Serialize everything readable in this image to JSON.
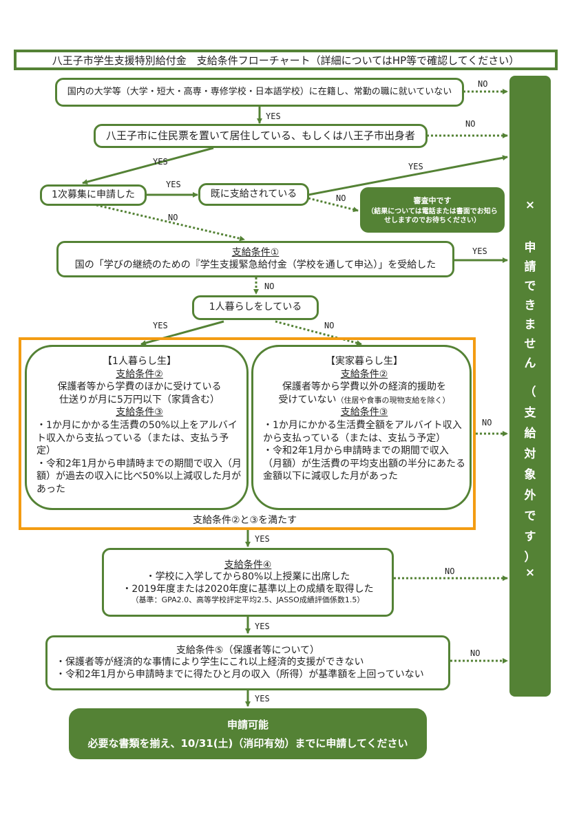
{
  "title": "八王子市学生支援特別給付金　支給条件フローチャート（詳細についてはHP等で確認してください）",
  "yes": "YES",
  "no": "NO",
  "q1": "国内の大学等（大学・短大・高専・専修学校・日本語学校）に在籍し、常勤の職に就いていない",
  "q2": "八王子市に住民票を置いて居住している、もしくは八王子市出身者",
  "q3": "1次募集に申請した",
  "q3b": "既に支給されている",
  "review": {
    "title": "審査中です",
    "note": "（結果については電話または書面でお知らせしますのでお待ちください）"
  },
  "c1": {
    "heading": "支給条件①",
    "text": "国の「学びの継続のための『学生支援緊急給付金（学校を通して申込）」を受給した"
  },
  "q4": "1人暮らしをしている",
  "alone": {
    "title": "【1人暮らし生】",
    "c2h": "支給条件②",
    "c2a": "保護者等から学費のほかに受けている",
    "c2b": "仕送りが月に5万円以下（家賃含む）",
    "c3h": "支給条件③",
    "c3a": "・1か月にかかる生活費の50%以上をアルバイト収入から支払っている（または、支払う予定）",
    "c3b": "・令和2年1月から申請時までの期間で収入（月額）が過去の収入に比べ50%以上減収した月があった"
  },
  "family": {
    "title": "【実家暮らし生】",
    "c2h": "支給条件②",
    "c2a": "保護者等から学費以外の経済的援助を",
    "c2b": "受けていない",
    "c2note": "（住居や食事の現物支給を除く）",
    "c3h": "支給条件③",
    "c3a": "・1か月にかかる生活費全額をアルバイト収入から支払っている（または、支払う予定）",
    "c3b": "・令和2年1月から申請時までの期間で収入（月額）が生活費の平均支出額の半分にあたる金額以下に減収した月があった"
  },
  "meets": "支給条件②と③を満たす",
  "c4": {
    "heading": "支給条件④",
    "a": "・学校に入学してから80%以上授業に出席した",
    "b": "・2019年度または2020年度に基準以上の成績を取得した",
    "note": "（基準：GPA2.0、高等学校評定平均2.5、JASSO成績評価係数1.5）"
  },
  "c5": {
    "heading": "支給条件⑤（保護者等について）",
    "a": "・保護者等が経済的な事情により学生にこれ以上経済的支援ができない",
    "b": "・令和2年1月から申請時までに得たひと月の収入（所得）が基準額を上回っていない"
  },
  "ok": {
    "title": "申請可能",
    "text": "必要な書類を揃え、10/31(土)（消印有効）までに申請してください"
  },
  "side": [
    "×",
    "申",
    "請",
    "で",
    "き",
    "ま",
    "せ",
    "ん",
    "（",
    "支",
    "給",
    "対",
    "象",
    "外",
    "で",
    "す",
    "）",
    "×"
  ],
  "colors": {
    "green": "#548235",
    "orange": "#f39c12"
  }
}
